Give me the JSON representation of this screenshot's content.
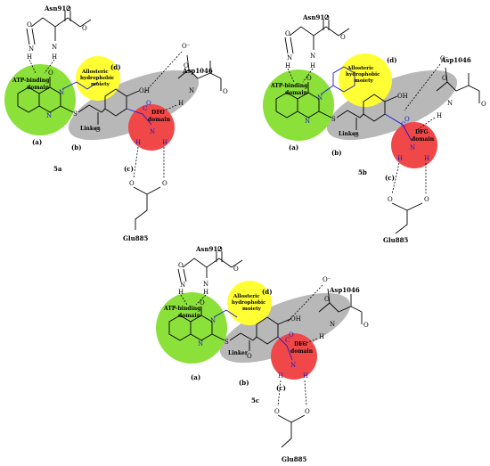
{
  "colors": {
    "atp_green": "#8be03a",
    "allosteric_yellow": "#ffff33",
    "linker_gray": "#b8b8b8",
    "dfg_red": "#f04848",
    "nitrogen_blue": "#1a1acc"
  },
  "panels": [
    {
      "compound": "5a",
      "residue_top": "Asn912",
      "residue_right": "Asp1046",
      "residue_bottom": "Glu885",
      "atp_label_1": "ATP-binding",
      "atp_label_2": "domain",
      "allo_label_1": "Allosteric",
      "allo_label_2": "hydrophobic",
      "allo_label_3": "moiety",
      "linker_label": "Linker",
      "dfg_label_1": "DFG",
      "dfg_label_2": "domain",
      "region_a": "(a)",
      "region_b": "(b)",
      "region_c": "(c)",
      "region_d": "(d)"
    },
    {
      "compound": "5b",
      "residue_top": "Asn912",
      "residue_right": "Asp1046",
      "residue_bottom": "Glu885",
      "atp_label_1": "ATP-binding",
      "atp_label_2": "domain",
      "allo_label_1": "Allosteric",
      "allo_label_2": "hydrophobic",
      "allo_label_3": "moiety",
      "linker_label": "Linker",
      "dfg_label_1": "DFG",
      "dfg_label_2": "domain",
      "region_a": "(a)",
      "region_b": "(b)",
      "region_c": "(c)",
      "region_d": "(d)"
    },
    {
      "compound": "5c",
      "residue_top": "Asn912",
      "residue_right": "Asp1046",
      "residue_bottom": "Glu885",
      "atp_label_1": "ATP-binding",
      "atp_label_2": "domain",
      "allo_label_1": "Allosteric",
      "allo_label_2": "hydrophobic",
      "allo_label_3": "moiety",
      "linker_label": "Linker",
      "dfg_label_1": "DFG",
      "dfg_label_2": "domain",
      "region_a": "(a)",
      "region_b": "(b)",
      "region_c": "(c)",
      "region_d": "(d)"
    }
  ],
  "atoms": {
    "o": "O",
    "n": "N",
    "h": "H",
    "s": "S",
    "c": "C",
    "oh": "OH",
    "o_minus": "O⁻"
  }
}
